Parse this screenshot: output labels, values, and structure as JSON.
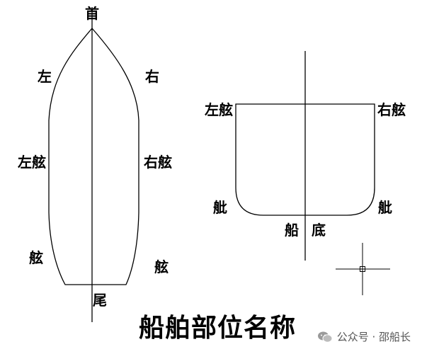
{
  "plan_view": {
    "bow": "首",
    "stern": "尾",
    "port_bow": "左",
    "starboard_bow": "右",
    "port_side": "左舷",
    "starboard_side": "右舷",
    "port_quarter": "舷",
    "starboard_quarter": "舷"
  },
  "section_view": {
    "port_side": "左舷",
    "starboard_side": "右舷",
    "port_bilge": "舭",
    "starboard_bilge": "舭",
    "bottom_left": "船",
    "bottom_right": "底"
  },
  "title": "船舶部位名称",
  "watermark": {
    "text": "公众号 · 邵船长",
    "icon": "wechat-icon"
  }
}
